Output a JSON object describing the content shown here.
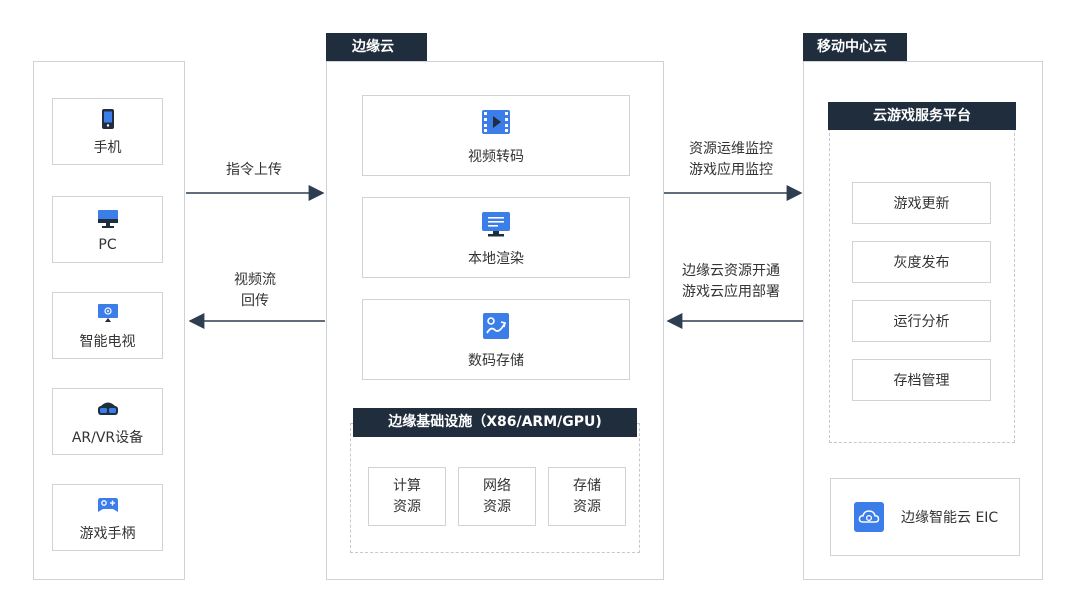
{
  "devices": {
    "items": [
      {
        "label": "手机",
        "icon": "phone-icon"
      },
      {
        "label": "PC",
        "icon": "monitor-icon"
      },
      {
        "label": "智能电视",
        "icon": "tv-icon"
      },
      {
        "label": "AR/VR设备",
        "icon": "vr-headset-icon"
      },
      {
        "label": "游戏手柄",
        "icon": "gamepad-icon"
      }
    ]
  },
  "edge_cloud": {
    "title": "边缘云",
    "services": [
      {
        "label": "视频转码",
        "icon": "video-film-icon"
      },
      {
        "label": "本地渲染",
        "icon": "render-monitor-icon"
      },
      {
        "label": "数码存储",
        "icon": "storage-icon"
      }
    ],
    "infra": {
      "title": "边缘基础设施（X86/ARM/GPU)",
      "resources": [
        {
          "line1": "计算",
          "line2": "资源"
        },
        {
          "line1": "网络",
          "line2": "资源"
        },
        {
          "line1": "存储",
          "line2": "资源"
        }
      ]
    }
  },
  "mobile_cloud": {
    "title": "移动中心云",
    "platform": {
      "title": "云游戏服务平台",
      "items": [
        "游戏更新",
        "灰度发布",
        "运行分析",
        "存档管理"
      ]
    },
    "eic": {
      "label": "边缘智能云 EIC",
      "icon": "cloud-chip-icon"
    }
  },
  "flows": {
    "cmd_upload": "指令上传",
    "video_return": {
      "line1": "视频流",
      "line2": "回传"
    },
    "monitor": {
      "line1": "资源运维监控",
      "line2": "游戏应用监控"
    },
    "deploy": {
      "line1": "边缘云资源开通",
      "line2": "游戏云应用部署"
    }
  },
  "colors": {
    "accent": "#3b7de9",
    "dark": "#1f2d3d",
    "arrow": "#2c3e50"
  }
}
